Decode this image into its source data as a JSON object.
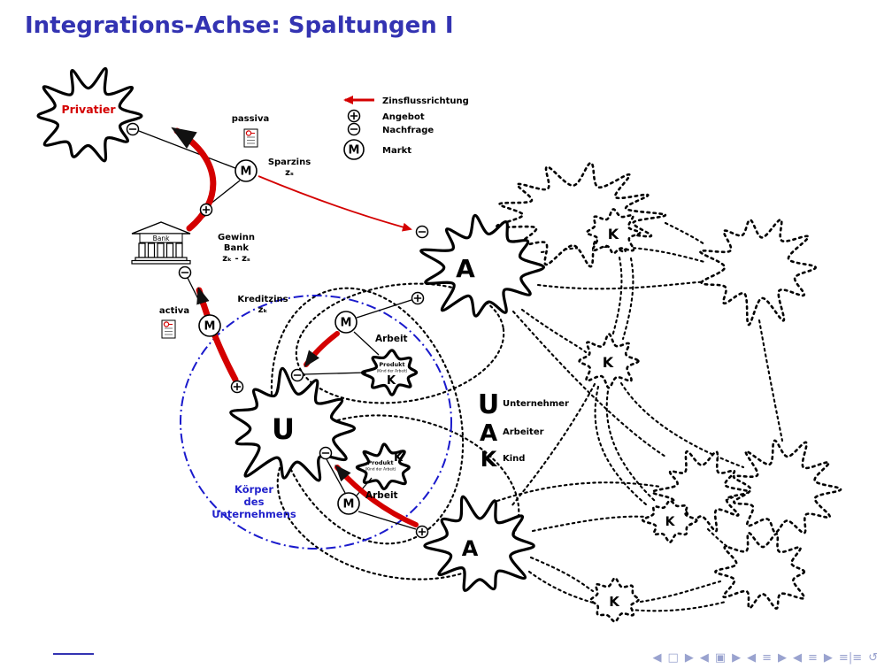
{
  "slide": {
    "title": "Integrations-Achse: Spaltungen I"
  },
  "legend": {
    "zinsfluss": "Zinsflussrichtung",
    "angebot": "Angebot",
    "nachfrage": "Nachfrage",
    "markt": "Markt"
  },
  "labels": {
    "privatier": "Privatier",
    "passiva": "passiva",
    "activa": "activa",
    "bank": "Bank",
    "sparzins": "Sparzins",
    "sparzins_sub": "zₛ",
    "gewinn1": "Gewinn",
    "gewinn2": "Bank",
    "gewinn3": "zₖ - zₛ",
    "kreditzins": "Kreditzins",
    "kreditzins_sub": "zₖ",
    "koerper1": "Körper",
    "koerper2": "des",
    "koerper3": "Unternehmens",
    "arbeit": "Arbeit",
    "produkt": "Produkt",
    "produkt_sub": "(Kind der Arbeit)",
    "m": "M",
    "u": "U",
    "a": "A",
    "k": "K"
  },
  "letter_legend": [
    {
      "letter": "U",
      "label": "Unternehmer"
    },
    {
      "letter": "A",
      "label": "Arbeiter"
    },
    {
      "letter": "K",
      "label": "Kind"
    }
  ],
  "colors": {
    "title": "#3333b2",
    "red": "#d40000",
    "blue_outline": "#1a1acc",
    "nav": "#9aa3cf"
  },
  "nav": [
    "◀",
    "□",
    "▶",
    "◀",
    "▣",
    "▶",
    "◀",
    "≡",
    "▶",
    "◀",
    "≡",
    "▶",
    "≡|≡",
    "↺"
  ]
}
